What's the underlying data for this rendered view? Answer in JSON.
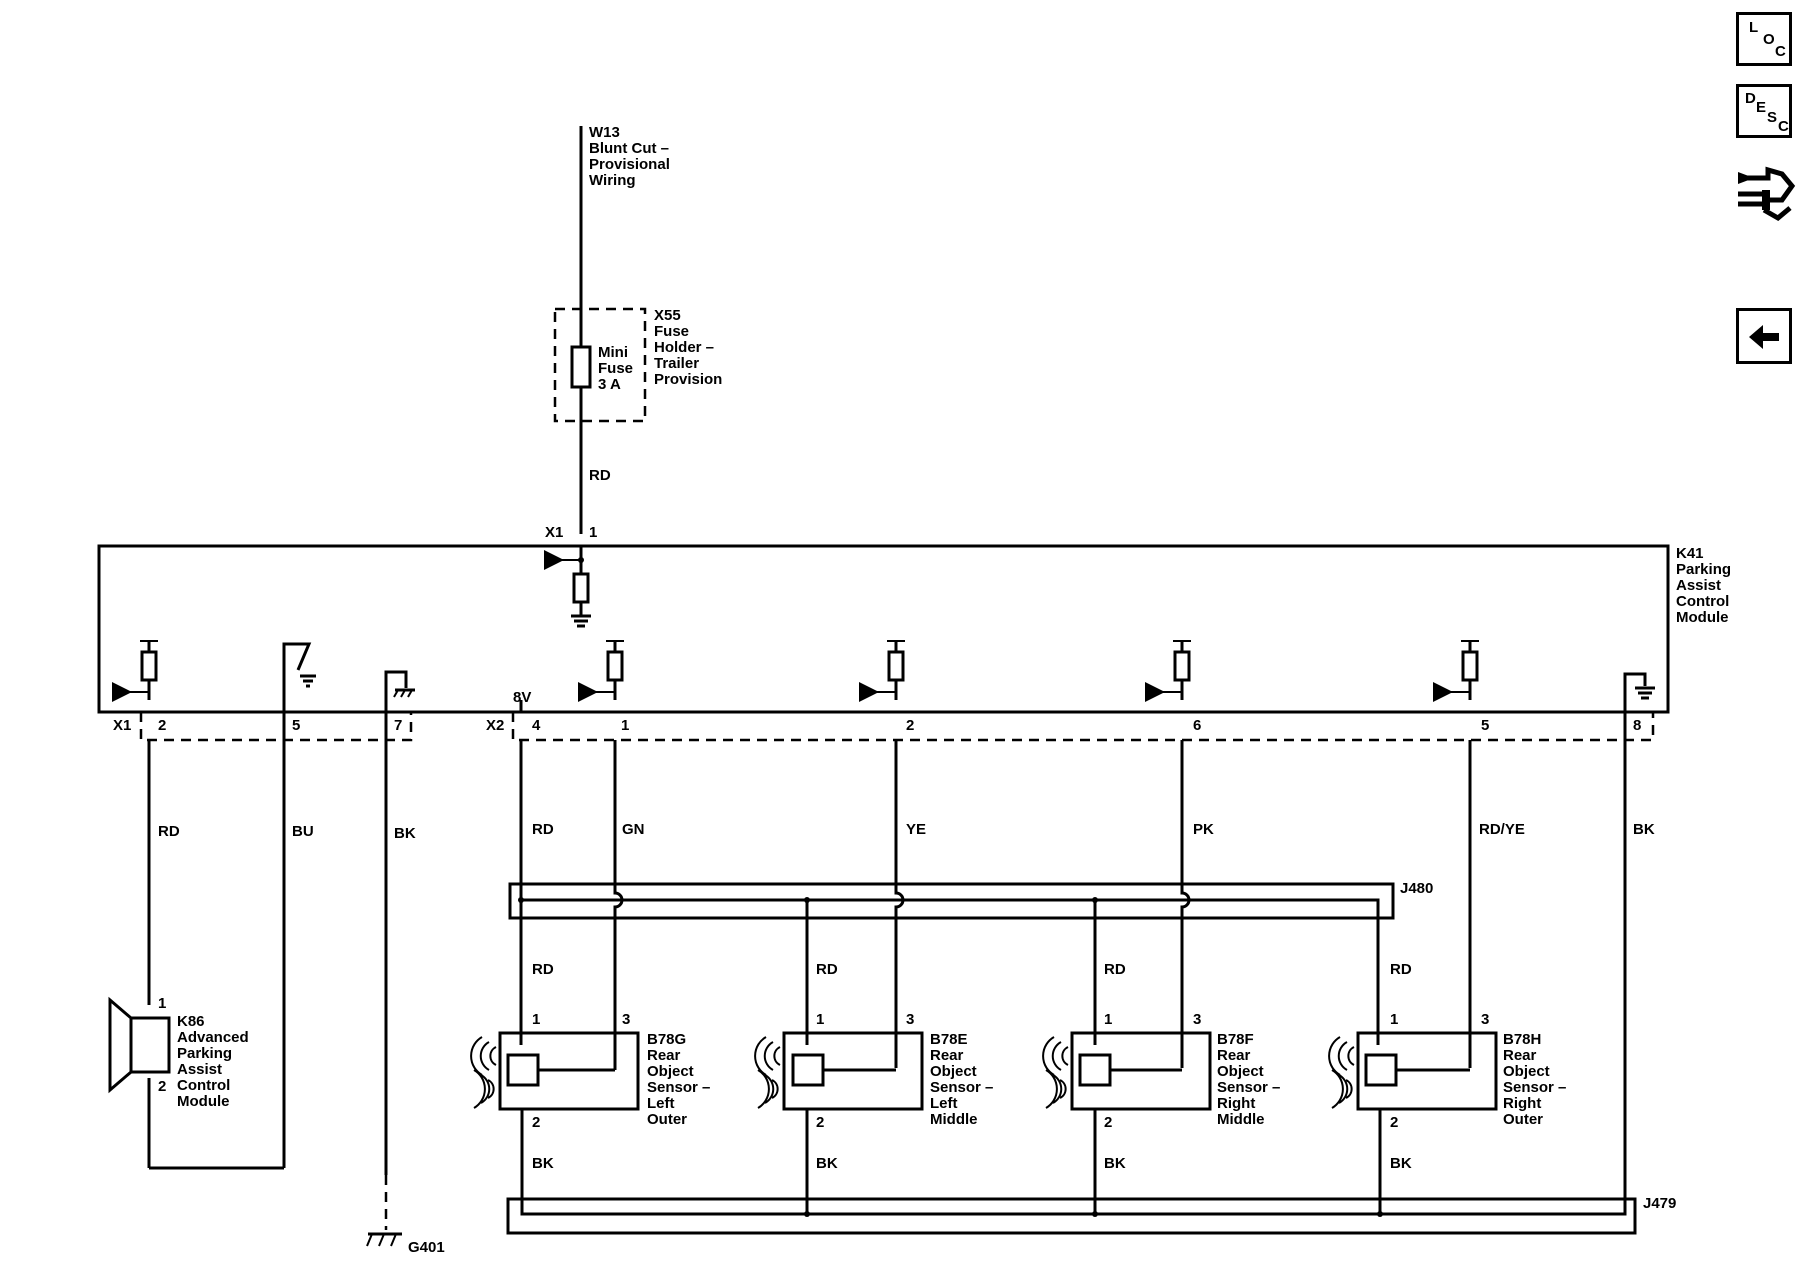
{
  "nav": {
    "loc": [
      "L",
      "O",
      "C"
    ],
    "desc": [
      "D",
      "E",
      "S",
      "C"
    ]
  },
  "top": {
    "w13": [
      "W13",
      "Blunt Cut –",
      "Provisional",
      "Wiring"
    ],
    "x55": [
      "X55",
      "Fuse",
      "Holder –",
      "Trailer",
      "Provision"
    ],
    "fuse": [
      "Mini",
      "Fuse",
      "3 A"
    ],
    "wire_rd": "RD",
    "x1": "X1",
    "pin1": "1"
  },
  "module": {
    "k41": [
      "K41",
      "Parking",
      "Assist",
      "Control",
      "Module"
    ]
  },
  "connectors": {
    "x1": "X1",
    "x2": "X2",
    "v8": "8V",
    "pins": [
      "2",
      "5",
      "7",
      "4",
      "1",
      "2",
      "6",
      "5",
      "8"
    ]
  },
  "wire_colors": [
    "RD",
    "BU",
    "BK",
    "RD",
    "GN",
    "YE",
    "PK",
    "RD/YE",
    "BK"
  ],
  "splices": {
    "j480": "J480",
    "j479": "J479"
  },
  "speaker": {
    "pin1": "1",
    "pin2": "2",
    "label": [
      "K86",
      "Advanced",
      "Parking",
      "Assist",
      "Control",
      "Module"
    ]
  },
  "ground": "G401",
  "sensors": [
    {
      "rd": "RD",
      "bk": "BK",
      "p1": "1",
      "p2": "2",
      "p3": "3",
      "label": [
        "B78G",
        "Rear",
        "Object",
        "Sensor –",
        "Left",
        "Outer"
      ]
    },
    {
      "rd": "RD",
      "bk": "BK",
      "p1": "1",
      "p2": "2",
      "p3": "3",
      "label": [
        "B78E",
        "Rear",
        "Object",
        "Sensor –",
        "Left",
        "Middle"
      ]
    },
    {
      "rd": "RD",
      "bk": "BK",
      "p1": "1",
      "p2": "2",
      "p3": "3",
      "label": [
        "B78F",
        "Rear",
        "Object",
        "Sensor –",
        "Right",
        "Middle"
      ]
    },
    {
      "rd": "RD",
      "bk": "BK",
      "p1": "1",
      "p2": "2",
      "p3": "3",
      "label": [
        "B78H",
        "Rear",
        "Object",
        "Sensor –",
        "Right",
        "Outer"
      ]
    }
  ]
}
